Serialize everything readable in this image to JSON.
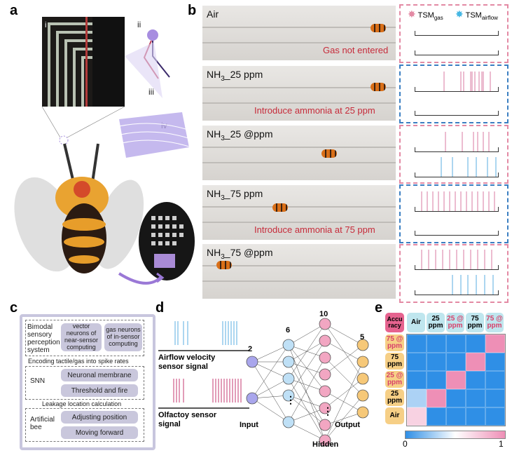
{
  "panel_labels": {
    "a": "a",
    "b": "b",
    "c": "c",
    "d": "d",
    "e": "e"
  },
  "panel_a": {
    "sub_i": "i",
    "sub_ii": "ii",
    "sub_iii": "iii",
    "sub_iv": "iv"
  },
  "panel_b": {
    "legend": {
      "gas_main": "TSM",
      "gas_sub": "gas",
      "air_main": "TSM",
      "air_sub": "airflow"
    },
    "rows": [
      {
        "label": "Air",
        "label_sub": "",
        "note": "Gas not entered"
      },
      {
        "label": "NH",
        "label_sub": "3",
        "label_rest": "_25 ppm",
        "note": "Introduce ammonia at 25 ppm"
      },
      {
        "label": "NH",
        "label_sub": "3",
        "label_rest": "_25 @ppm",
        "note": ""
      },
      {
        "label": "NH",
        "label_sub": "3",
        "label_rest": "_75 ppm",
        "note": "Introduce ammonia at 75 ppm"
      },
      {
        "label": "NH",
        "label_sub": "3",
        "label_rest": "_75 @ppm",
        "note": ""
      }
    ]
  },
  "panel_c": {
    "bimodal": "Bimodal sensory perception system",
    "vector_neurons": "vector neurons of near-sensor computing",
    "gas_neurons": "gas neurons of in-sensor computing",
    "encoding": "Encoding tactile/gas into spike rates",
    "snn": "SNN",
    "membrane": "Neuronal membrane",
    "threshold": "Threshold and fire",
    "leakage": "Leakage location calculation",
    "artificial_bee": "Artificial bee",
    "adjusting": "Adjusting position",
    "moving": "Moving forward"
  },
  "panel_d": {
    "airflow_signal": "Airflow velocity sensor signal",
    "olfactory_signal": "Olfactoy sensor signal",
    "input_label": "Input",
    "hidden_label": "Hidden",
    "output_label": "Output",
    "n_input": "2",
    "n_hidden1": "6",
    "n_hidden2": "10",
    "n_output": "5",
    "dots": "⋮"
  },
  "panel_e": {
    "corner": "Accu racy",
    "columns": [
      "Air",
      "25 ppm",
      "25 @ ppm",
      "75 ppm",
      "75 @ ppm"
    ],
    "rows": [
      "75 @ ppm",
      "75 ppm",
      "25 @ ppm",
      "25 ppm",
      "Air"
    ],
    "colorbar_min": "0",
    "colorbar_max": "1",
    "colors": {
      "low": "#2f8fe6",
      "high": "#ee8fb6",
      "mid": "#ffffff"
    }
  },
  "chart_data": {
    "type": "heatmap",
    "title": "",
    "x_categories": [
      "Air",
      "25 ppm",
      "25 @ ppm",
      "75 ppm",
      "75 @ ppm"
    ],
    "y_categories": [
      "75 @ ppm",
      "75 ppm",
      "25 @ ppm",
      "25 ppm",
      "Air"
    ],
    "values": [
      [
        0,
        0,
        0,
        0,
        1
      ],
      [
        0,
        0,
        0,
        1,
        0
      ],
      [
        0,
        0,
        1,
        0,
        0
      ],
      [
        0.3,
        1,
        0,
        0,
        0
      ],
      [
        0.7,
        0,
        0,
        0,
        0
      ]
    ],
    "colorbar_range": [
      0,
      1
    ]
  }
}
